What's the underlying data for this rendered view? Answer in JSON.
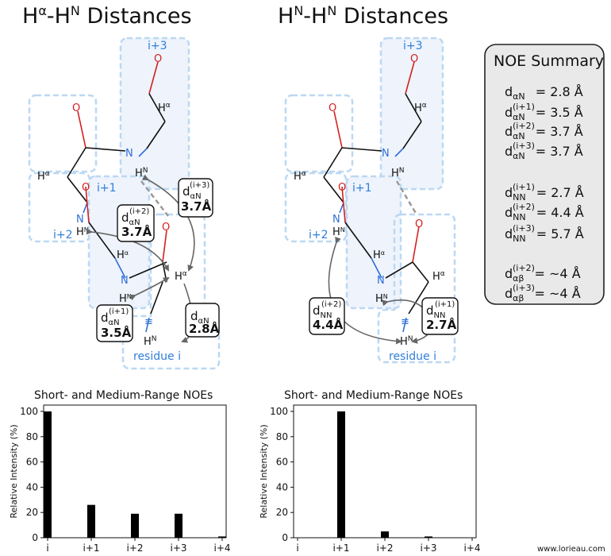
{
  "titles": {
    "left_pre": "H",
    "left_sup1": "α",
    "left_mid": "-H",
    "left_sup2": "N",
    "left_post": " Distances",
    "right_pre": "H",
    "right_sup1": "N",
    "right_mid": "-H",
    "right_sup2": "N",
    "right_post": " Distances"
  },
  "residue_labels": {
    "i3": "i+3",
    "i1": "i+1",
    "i2": "i+2",
    "i": "residue i"
  },
  "atoms": {
    "O": "O",
    "N": "N",
    "H": "H",
    "alpha": "α",
    "Nsup": "N"
  },
  "left_noes": [
    {
      "d": "d",
      "sub": "αN",
      "sup": "(i+3)",
      "val": "3.7Å"
    },
    {
      "d": "d",
      "sub": "αN",
      "sup": "(i+2)",
      "val": "3.7Å"
    },
    {
      "d": "d",
      "sub": "αN",
      "sup": "(i+1)",
      "val": "3.5Å"
    },
    {
      "d": "d",
      "sub": "αN",
      "sup": "",
      "val": "2.8Å"
    }
  ],
  "right_noes": [
    {
      "d": "d",
      "sub": "NN",
      "sup": "(i+2)",
      "val": "4.4Å"
    },
    {
      "d": "d",
      "sub": "NN",
      "sup": "(i+1)",
      "val": "2.7Å"
    }
  ],
  "summary": {
    "title": "NOE Summary",
    "lines": [
      {
        "sub": "αN",
        "sup": "",
        "val": "= 2.8 Å"
      },
      {
        "sub": "αN",
        "sup": "(i+1)",
        "val": "= 3.5 Å"
      },
      {
        "sub": "αN",
        "sup": "(i+2)",
        "val": "= 3.7 Å"
      },
      {
        "sub": "αN",
        "sup": "(i+3)",
        "val": "= 3.7 Å"
      },
      {
        "sub": "NN",
        "sup": "(i+1)",
        "val": "= 2.7 Å"
      },
      {
        "sub": "NN",
        "sup": "(i+2)",
        "val": "= 4.4 Å"
      },
      {
        "sub": "NN",
        "sup": "(i+3)",
        "val": "= 5.7 Å"
      },
      {
        "sub": "αβ",
        "sup": "(i+2)",
        "val": "= ~4 Å"
      },
      {
        "sub": "αβ",
        "sup": "(i+3)",
        "val": "= ~4 Å"
      }
    ]
  },
  "chart_data": [
    {
      "type": "bar",
      "title": "Short- and Medium-Range NOEs",
      "ylabel": "Relative Intensity (%)",
      "categories": [
        "i",
        "i+1",
        "i+2",
        "i+3",
        "i+4"
      ],
      "values": [
        100,
        26,
        19,
        19,
        1
      ],
      "yticks": [
        0,
        20,
        40,
        60,
        80,
        100
      ],
      "ylim": [
        0,
        105
      ]
    },
    {
      "type": "bar",
      "title": "Short- and Medium-Range NOEs",
      "ylabel": "Relative Intensity (%)",
      "categories": [
        "i",
        "i+1",
        "i+2",
        "i+3",
        "i+4"
      ],
      "values": [
        0,
        100,
        5,
        1,
        0
      ],
      "yticks": [
        0,
        20,
        40,
        60,
        80,
        100
      ],
      "ylim": [
        0,
        105
      ]
    }
  ],
  "footer": "www.lorieau.com",
  "colors": {
    "blue": "#2d6fd6",
    "red": "#d42020",
    "box_fill": "#eef3fc",
    "box_stroke": "#bcd8f2",
    "arrow": "#666666",
    "dash": "#9a9a9a"
  }
}
